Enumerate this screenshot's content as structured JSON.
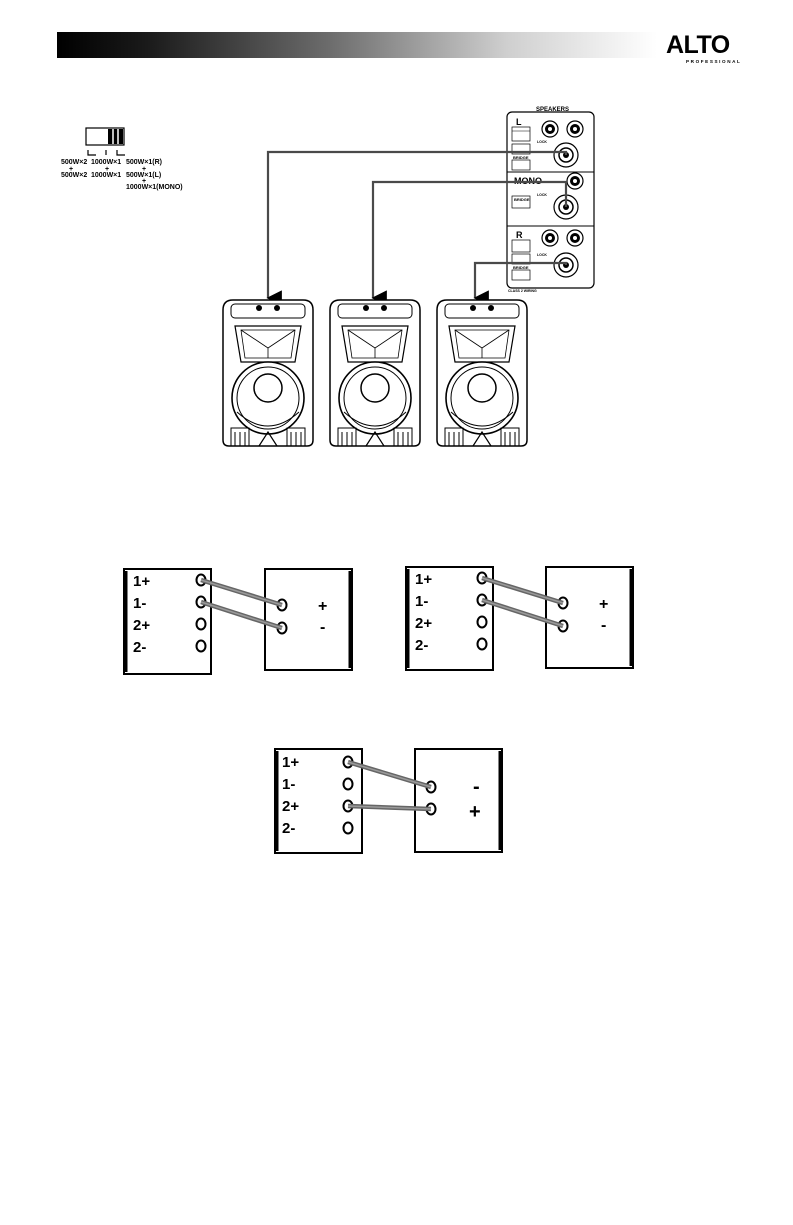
{
  "brand": {
    "logo": "ALTO",
    "sub": "PROFESSIONAL"
  },
  "mode_switch": {
    "col1": [
      "500W×2",
      "+",
      "500W×2"
    ],
    "col2": [
      "1000W×1",
      "+",
      "1000W×1"
    ],
    "col3": [
      "500W×1(R)",
      "+",
      "500W×1(L)",
      "+",
      "1000W×1(MONO)"
    ]
  },
  "amp_panel": {
    "title": "SPEAKERS",
    "sections": [
      "L",
      "MONO",
      "R"
    ],
    "lock_label": "LOCK",
    "bridge_label": "BRIDGE",
    "footer": "CLASS 2 WIRING"
  },
  "terminals": {
    "amp_labels": [
      "1+",
      "1-",
      "2+",
      "2-"
    ],
    "speaker_labels_normal": [
      "+",
      "-"
    ],
    "speaker_labels_bridge": [
      "-",
      "+"
    ]
  },
  "colors": {
    "wire": "#666666",
    "line": "#000000",
    "header_dark": "#000000"
  }
}
